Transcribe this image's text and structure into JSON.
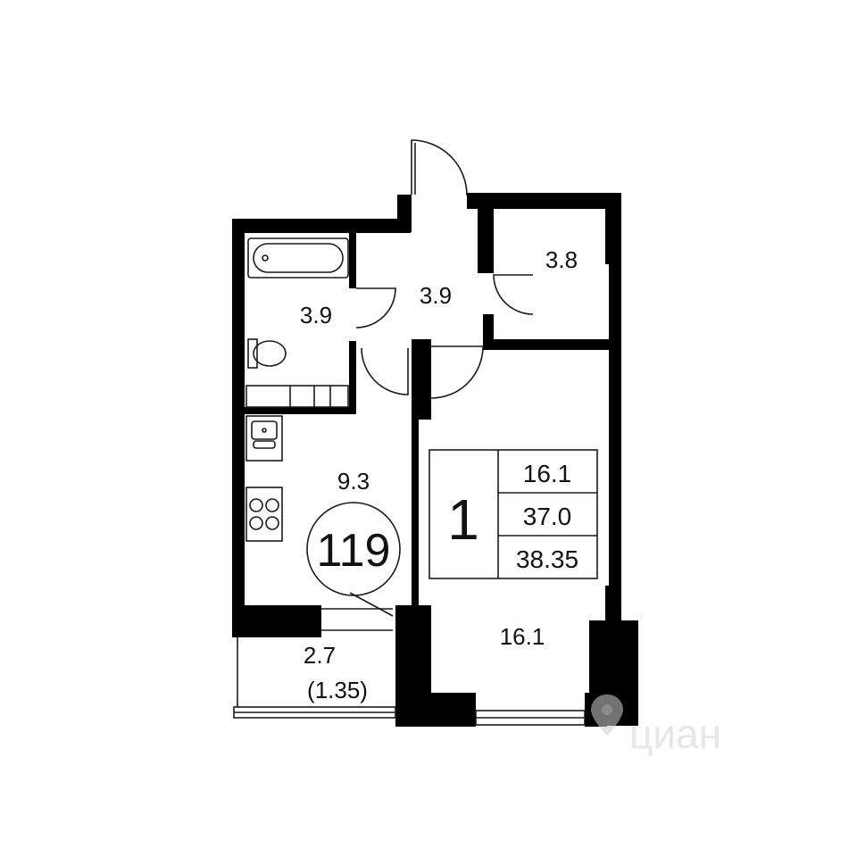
{
  "colors": {
    "wall": "#000000",
    "line": "#1a1a1a",
    "background": "#ffffff",
    "watermark": "#d9d9d9"
  },
  "apartment_number": "119",
  "summary": {
    "rooms": "1",
    "living_area": "16.1",
    "total_area": "37.0",
    "total_with_balcony": "38.35"
  },
  "rooms": {
    "bathroom": "3.9",
    "hall": "3.9",
    "storage": "3.8",
    "kitchen": "9.3",
    "living": "16.1",
    "balcony": "2.7",
    "balcony_reduced": "(1.35)"
  },
  "watermark": {
    "text": "циан",
    "icon": "location-pin-icon"
  }
}
